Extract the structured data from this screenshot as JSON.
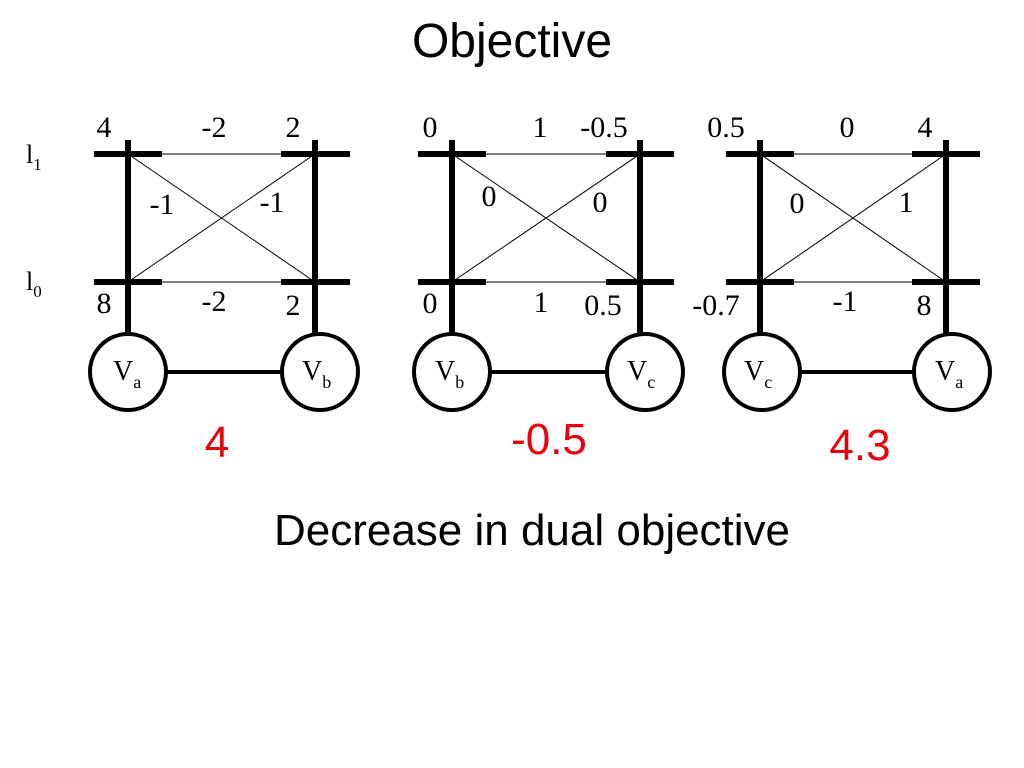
{
  "slide": {
    "title": "Objective",
    "caption": "Decrease in dual objective"
  },
  "labels": {
    "l1_base": "l",
    "l1_sub": "1",
    "l0_base": "l",
    "l0_sub": "0"
  },
  "colors": {
    "ink": "#000000",
    "objective": "#e8000b"
  },
  "panels": [
    {
      "left_node": {
        "base": "V",
        "sub": "a"
      },
      "right_node": {
        "base": "V",
        "sub": "b"
      },
      "top": {
        "left": "4",
        "mid": "-2",
        "right": "2"
      },
      "cross": {
        "left": "-1",
        "right": "-1"
      },
      "bottom": {
        "left": "8",
        "mid": "-2",
        "right": "2"
      },
      "objective": "4"
    },
    {
      "left_node": {
        "base": "V",
        "sub": "b"
      },
      "right_node": {
        "base": "V",
        "sub": "c"
      },
      "top": {
        "left": "0",
        "mid": "1",
        "right": "-0.5"
      },
      "cross": {
        "left": "0",
        "right": "0"
      },
      "bottom": {
        "left": "0",
        "mid": "1",
        "right": "0.5"
      },
      "objective": "-0.5"
    },
    {
      "left_node": {
        "base": "V",
        "sub": "c"
      },
      "right_node": {
        "base": "V",
        "sub": "a"
      },
      "top": {
        "left": "0.5",
        "mid": "0",
        "right": "4"
      },
      "cross": {
        "left": "0",
        "right": "1"
      },
      "bottom": {
        "left": "-0.7",
        "mid": "-1",
        "right": "8"
      },
      "objective": "4.3"
    }
  ]
}
